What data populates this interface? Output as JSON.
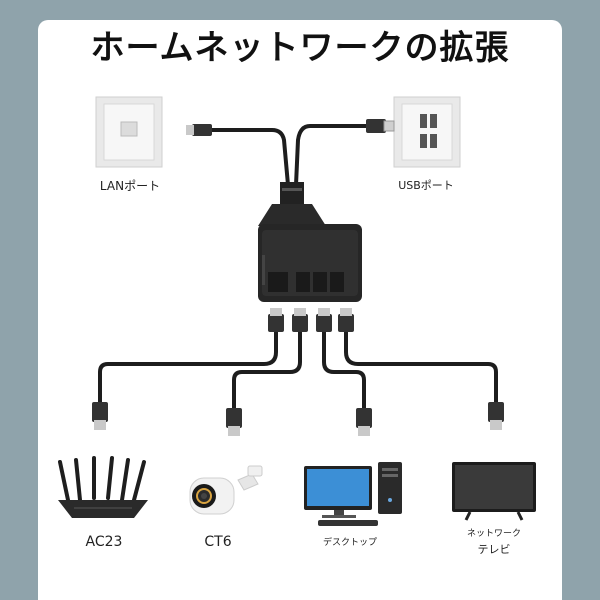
{
  "title": "ホームネットワークの拡張",
  "top_ports": [
    {
      "label": "LANポート",
      "icon": "lan-wall-plate-icon"
    },
    {
      "label": "USBポート",
      "icon": "usb-wall-plate-icon"
    }
  ],
  "devices": [
    {
      "label": "AC23",
      "icon": "router-icon"
    },
    {
      "label": "CT6",
      "icon": "security-camera-icon"
    },
    {
      "label": "デスクトップ",
      "icon": "desktop-computer-icon"
    },
    {
      "label_line1": "ネットワーク",
      "label_line2": "テレビ",
      "icon": "television-icon"
    }
  ]
}
